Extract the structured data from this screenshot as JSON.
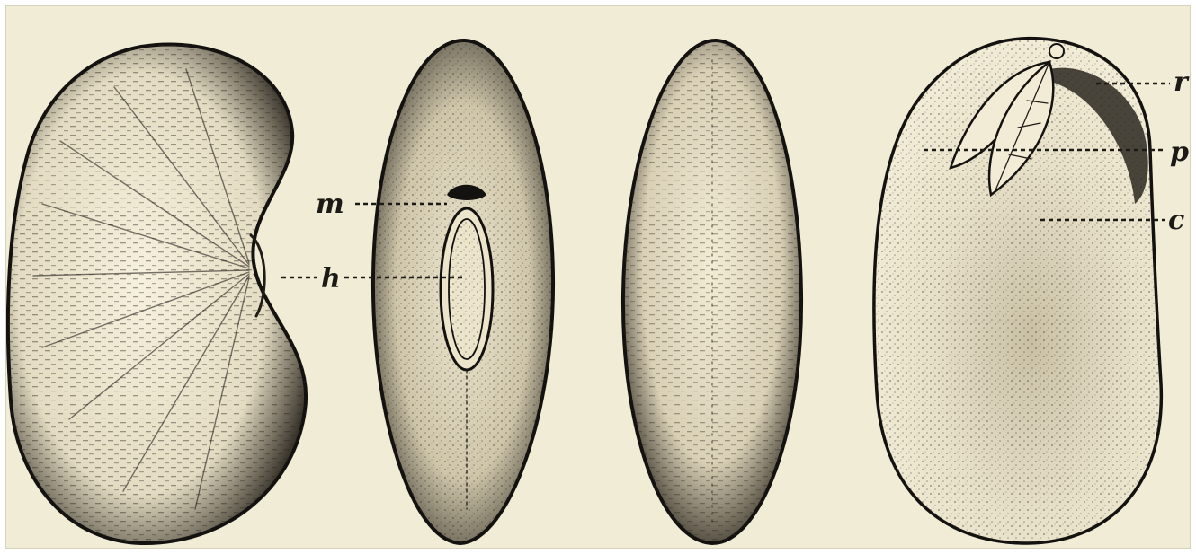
{
  "figure": {
    "labels": {
      "m": "m",
      "h": "h",
      "r": "r",
      "p": "p",
      "c": "c"
    },
    "colors": {
      "paper": "#f1ecd6",
      "ink": "#141210"
    },
    "views": [
      "bean-side-view",
      "bean-hilum-edge-view",
      "bean-back-edge-view",
      "bean-embryo-view"
    ]
  }
}
